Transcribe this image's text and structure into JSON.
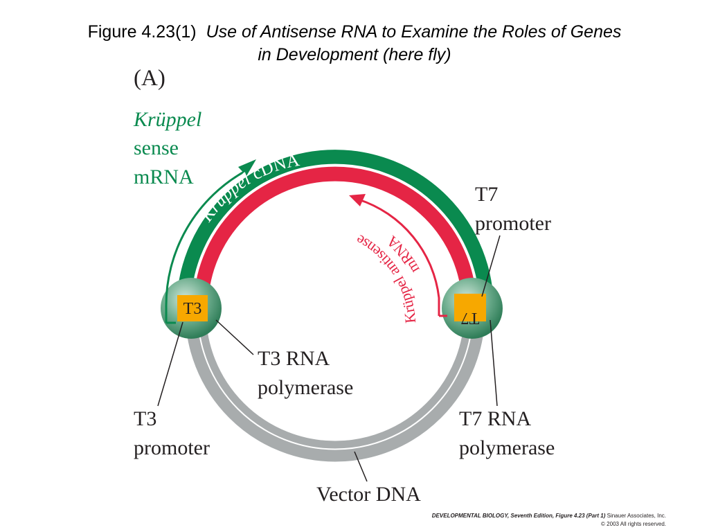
{
  "title": {
    "prefix": "Figure 4.23(1)",
    "line1": "Use of Antisense RNA to Examine the Roles of Genes",
    "line2": "in Development  (here fly)"
  },
  "panel_label": "(A)",
  "labels": {
    "sense_word1": "Krüppel",
    "sense_word2": "sense",
    "sense_word3": "mRNA",
    "cdna_italic": "Krüppel",
    "cdna_rest": "cDNA",
    "antisense_line1": "Krüppel antisense",
    "antisense_line2": "mRNA",
    "t7_promoter_1": "T7",
    "t7_promoter_2": "promoter",
    "t3_box": "T3",
    "t7_box": "T7",
    "t3_pol_1": "T3 RNA",
    "t3_pol_2": "polymerase",
    "t7_pol_1": "T7 RNA",
    "t7_pol_2": "polymerase",
    "t3_promoter_1": "T3",
    "t3_promoter_2": "promoter",
    "vector": "Vector DNA"
  },
  "credit": {
    "book": "DEVELOPMENTAL BIOLOGY, Seventh Edition,",
    "figure": "Figure 4.23 (Part 1)",
    "publisher": "Sinauer Associates, Inc.",
    "copyright": "© 2003 All rights reserved."
  },
  "colors": {
    "sense_green": "#0a8a4f",
    "antisense_red": "#e52545",
    "vector_gray": "#a8acad",
    "promoter_orange": "#f7a800",
    "polymerase_green": "#4e9c79"
  }
}
